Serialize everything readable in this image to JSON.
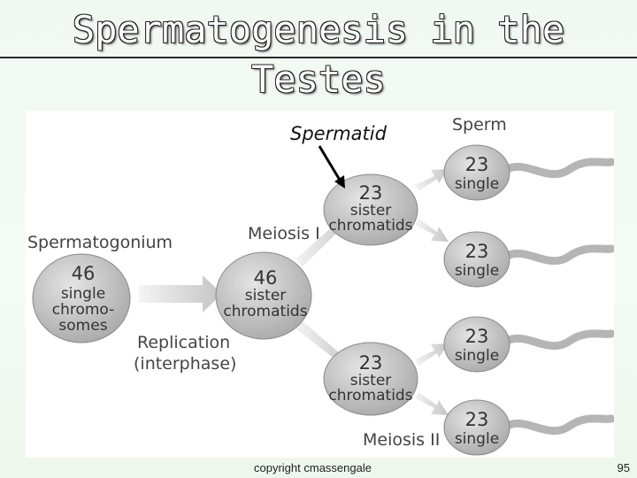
{
  "slide": {
    "title_line1": "Spermatogenesis in the",
    "title_line2": "Testes",
    "footer": "copyright cmassengale",
    "page_number": "95"
  },
  "annotation": {
    "label": "Spermatid"
  },
  "diagram": {
    "stage_labels": {
      "spermatogonium": "Spermatogonium",
      "replication_1": "Replication",
      "replication_2": "(interphase)",
      "meiosis1": "Meiosis I",
      "meiosis2": "Meiosis II",
      "sperm": "Sperm"
    },
    "cells": {
      "spermatogonium": {
        "num": "46",
        "l1": "single",
        "l2": "chromo-",
        "l3": "somes"
      },
      "replicated": {
        "num": "46",
        "l1": "sister",
        "l2": "chromatids"
      },
      "secondary_top": {
        "num": "23",
        "l1": "sister",
        "l2": "chromatids"
      },
      "secondary_bottom": {
        "num": "23",
        "l1": "sister",
        "l2": "chromatids"
      }
    },
    "sperm": [
      {
        "num": "23",
        "label": "single"
      },
      {
        "num": "23",
        "label": "single"
      },
      {
        "num": "23",
        "label": "single"
      },
      {
        "num": "23",
        "label": "single"
      }
    ]
  }
}
